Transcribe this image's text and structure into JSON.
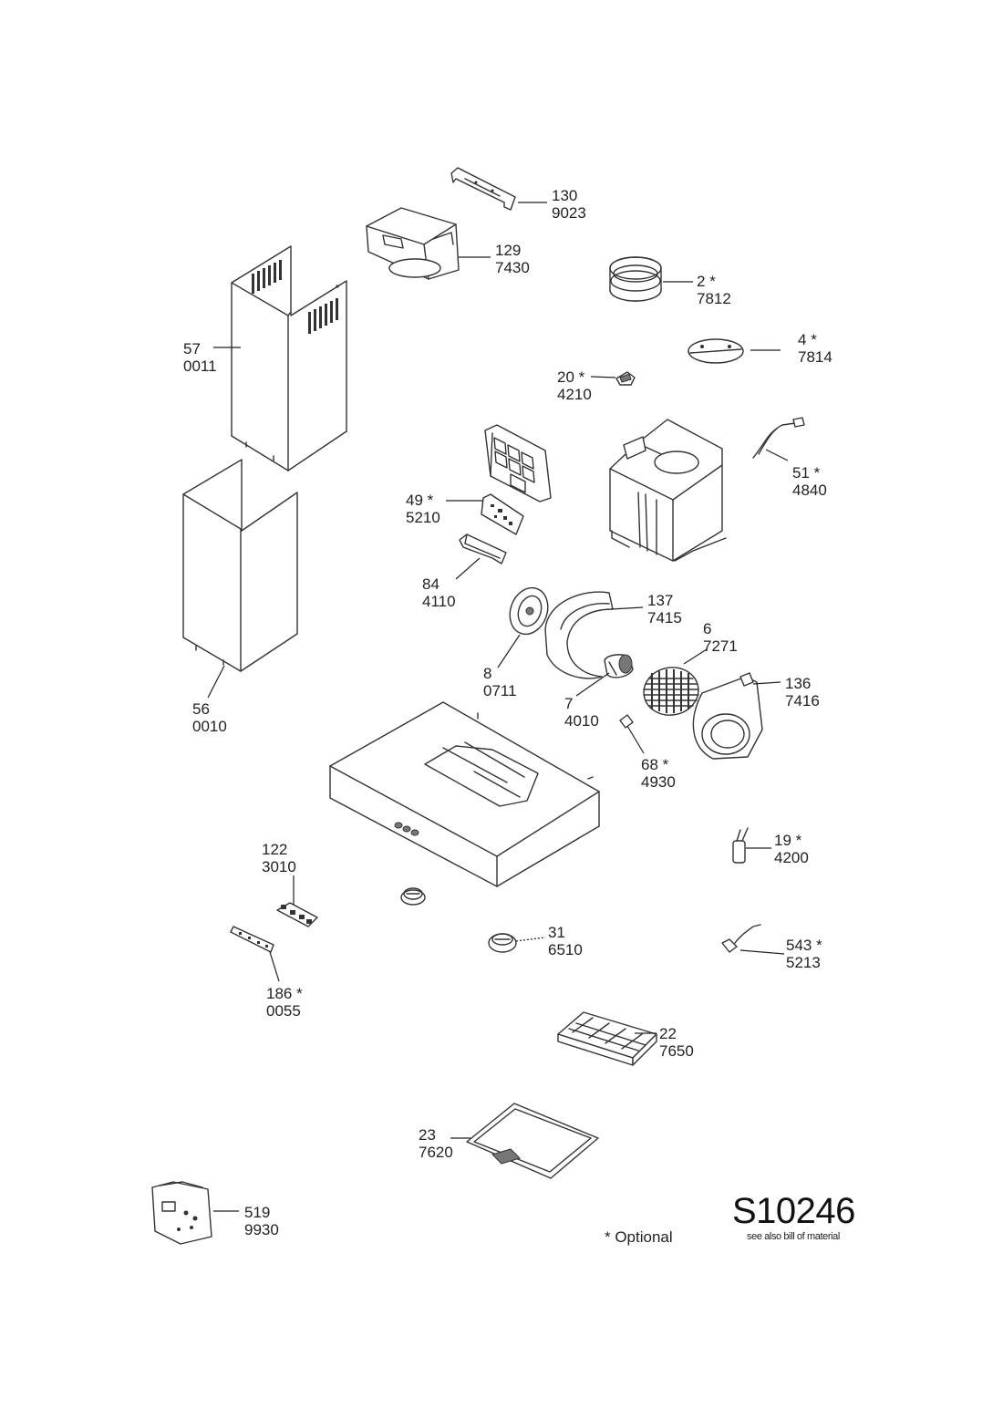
{
  "parts": [
    {
      "id": "130",
      "code": "9023",
      "optional": false
    },
    {
      "id": "129",
      "code": "7430",
      "optional": false
    },
    {
      "id": "2",
      "code": "7812",
      "optional": true
    },
    {
      "id": "57",
      "code": "0011",
      "optional": false
    },
    {
      "id": "4",
      "code": "7814",
      "optional": true
    },
    {
      "id": "20",
      "code": "4210",
      "optional": true
    },
    {
      "id": "51",
      "code": "4840",
      "optional": true
    },
    {
      "id": "49",
      "code": "5210",
      "optional": true
    },
    {
      "id": "84",
      "code": "4110",
      "optional": false
    },
    {
      "id": "137",
      "code": "7415",
      "optional": false
    },
    {
      "id": "6",
      "code": "7271",
      "optional": false
    },
    {
      "id": "8",
      "code": "0711",
      "optional": false
    },
    {
      "id": "136",
      "code": "7416",
      "optional": false
    },
    {
      "id": "7",
      "code": "4010",
      "optional": false
    },
    {
      "id": "56",
      "code": "0010",
      "optional": false
    },
    {
      "id": "68",
      "code": "4930",
      "optional": true
    },
    {
      "id": "19",
      "code": "4200",
      "optional": true
    },
    {
      "id": "122",
      "code": "3010",
      "optional": false
    },
    {
      "id": "31",
      "code": "6510",
      "optional": false
    },
    {
      "id": "543",
      "code": "5213",
      "optional": true
    },
    {
      "id": "186",
      "code": "0055",
      "optional": true
    },
    {
      "id": "22",
      "code": "7650",
      "optional": false
    },
    {
      "id": "23",
      "code": "7620",
      "optional": false
    },
    {
      "id": "519",
      "code": "9930",
      "optional": false
    }
  ],
  "optional_marker": "*",
  "optional_note": "* Optional",
  "model_number": "S10246",
  "bom_note": "see also bill of material"
}
